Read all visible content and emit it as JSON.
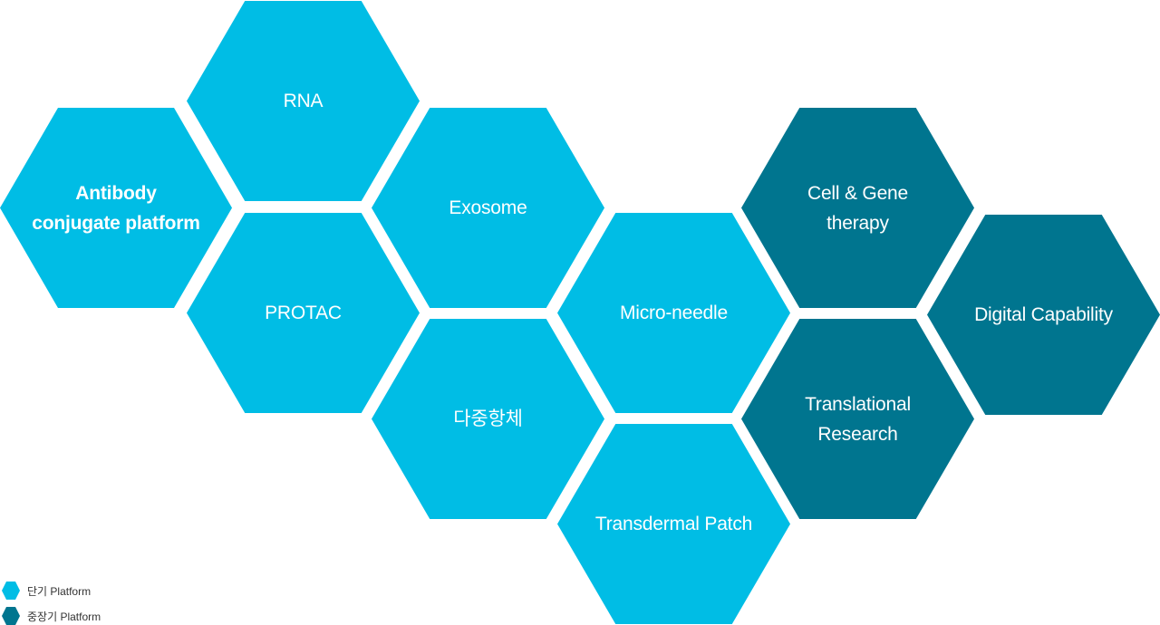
{
  "colors": {
    "short_term": "#00bde5",
    "mid_long_term": "#00758f"
  },
  "hexagons": [
    {
      "label": "Antibody\nconjugate platform",
      "category": "short_term"
    },
    {
      "label": "RNA",
      "category": "short_term"
    },
    {
      "label": "PROTAC",
      "category": "short_term"
    },
    {
      "label": "Exosome",
      "category": "short_term"
    },
    {
      "label": "다중항체",
      "category": "short_term"
    },
    {
      "label": "Micro-needle",
      "category": "short_term"
    },
    {
      "label": "Transdermal Patch",
      "category": "short_term"
    },
    {
      "label": "Cell & Gene\ntherapy",
      "category": "mid_long_term"
    },
    {
      "label": "Translational\nResearch",
      "category": "mid_long_term"
    },
    {
      "label": "Digital Capability",
      "category": "mid_long_term"
    }
  ],
  "legend": [
    {
      "label": "단기 Platform",
      "category": "short_term"
    },
    {
      "label": "중장기 Platform",
      "category": "mid_long_term"
    }
  ]
}
